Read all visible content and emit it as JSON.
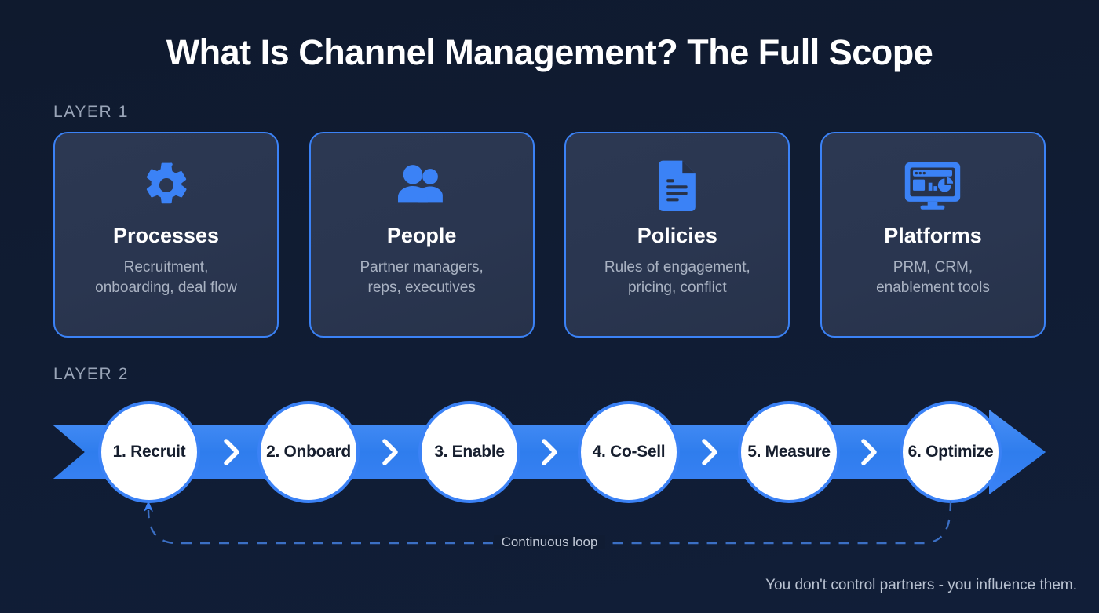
{
  "title": "What Is Channel Management? The Full Scope",
  "layer1": {
    "label": "LAYER 1",
    "cards": [
      {
        "icon": "gear-icon",
        "title": "Processes",
        "desc": "Recruitment,\nonboarding, deal flow"
      },
      {
        "icon": "people-icon",
        "title": "People",
        "desc": "Partner managers,\nreps, executives"
      },
      {
        "icon": "document-icon",
        "title": "Policies",
        "desc": "Rules of engagement,\npricing, conflict"
      },
      {
        "icon": "monitor-dashboard-icon",
        "title": "Platforms",
        "desc": "PRM, CRM,\nenablement tools"
      }
    ]
  },
  "layer2": {
    "label": "LAYER 2",
    "steps": [
      {
        "label": "1. Recruit"
      },
      {
        "label": "2. Onboard"
      },
      {
        "label": "3. Enable"
      },
      {
        "label": "4. Co-Sell"
      },
      {
        "label": "5. Measure"
      },
      {
        "label": "6. Optimize"
      }
    ],
    "separator_icon": "chevron-right-icon",
    "loop_label": "Continuous loop"
  },
  "footer": "You don't control partners - you influence them.",
  "colors": {
    "background": "#101c33",
    "accent_blue": "#3b82f6",
    "band_blue": "#2f7ded",
    "card_fill": "#2b3752",
    "card_title": "#ffffff",
    "card_desc": "#a9b2c2",
    "layer_label": "#9aa5b8",
    "step_text": "#161e2e",
    "loop_line": "#3b6fc4",
    "footer_text": "#b9c2d1"
  }
}
